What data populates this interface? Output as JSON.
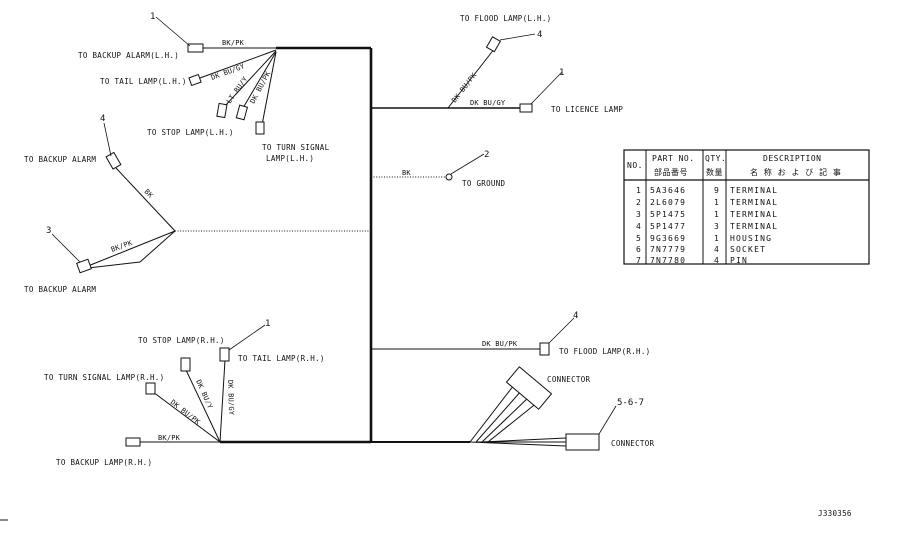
{
  "labels": {
    "backup_alarm_lh": "TO BACKUP ALARM(L.H.)",
    "tail_lamp_lh": "TO TAIL LAMP(L.H.)",
    "stop_lamp_lh": "TO STOP LAMP(L.H.)",
    "turn_signal_lh_1": "TO TURN SIGNAL",
    "turn_signal_lh_2": "LAMP(L.H.)",
    "flood_lamp_lh": "TO FLOOD LAMP(L.H.)",
    "licence_lamp": "TO LICENCE LAMP",
    "ground": "TO GROUND",
    "backup_alarm_left": "TO BACKUP ALARM",
    "backup_alarm_lower": "TO BACKUP ALARM",
    "stop_lamp_rh": "TO STOP LAMP(R.H.)",
    "tail_lamp_rh": "TO TAIL LAMP(R.H.)",
    "turn_signal_rh": "TO TURN SIGNAL LAMP(R.H.)",
    "backup_lamp_rh": "TO BACKUP LAMP(R.H.)",
    "flood_lamp_rh": "TO FLOOD LAMP(R.H.)",
    "connector_upper": "CONNECTOR",
    "connector_lower": "CONNECTOR"
  },
  "wires": {
    "bk_pk_top": "BK/PK",
    "dk_bu_gy_top": "DK BU/GY",
    "lt_bu_y": "LT BU/Y",
    "dk_bu_pk_top": "DK BU/PK",
    "dk_bu_pk_flood": "DK BU/PK",
    "dk_bu_gy_licence": "DK BU/GY",
    "bk_ground": "BK",
    "bk_left": "BK",
    "bk_pk_left": "BK/PK",
    "dk_bu_pk_flood_rh": "DK BU/PK",
    "dk_bu_y_rh": "DK BU/Y",
    "dk_bu_gy_rh": "DK BU/GY",
    "dk_bu_pk_rh": "DK BU/PK",
    "bk_pk_bottom": "BK/PK"
  },
  "callouts": {
    "c1_top": "1",
    "c4_flood": "4",
    "c1_licence": "1",
    "c2_ground": "2",
    "c4_left": "4",
    "c3_left": "3",
    "c1_lower": "1",
    "c4_lower": "4",
    "c567": "5-6-7"
  },
  "table": {
    "headers": {
      "no": "NO.",
      "part_no": "PART NO.",
      "part_no_jp": "部品番号",
      "qty": "QTY.",
      "qty_jp": "数量",
      "description": "DESCRIPTION",
      "description_jp": "名 称 お よ び 記 事"
    },
    "rows": [
      {
        "no": "1",
        "part": "5A3646",
        "qty": "9",
        "desc": "TERMINAL"
      },
      {
        "no": "2",
        "part": "2L6079",
        "qty": "1",
        "desc": "TERMINAL"
      },
      {
        "no": "3",
        "part": "5P1475",
        "qty": "1",
        "desc": "TERMINAL"
      },
      {
        "no": "4",
        "part": "5P1477",
        "qty": "3",
        "desc": "TERMINAL"
      },
      {
        "no": "5",
        "part": "9G3669",
        "qty": "1",
        "desc": "HOUSING"
      },
      {
        "no": "6",
        "part": "7N7779",
        "qty": "4",
        "desc": "SOCKET"
      },
      {
        "no": "7",
        "part": "7N7780",
        "qty": "4",
        "desc": "PIN"
      }
    ]
  },
  "figure_id": "J330356"
}
